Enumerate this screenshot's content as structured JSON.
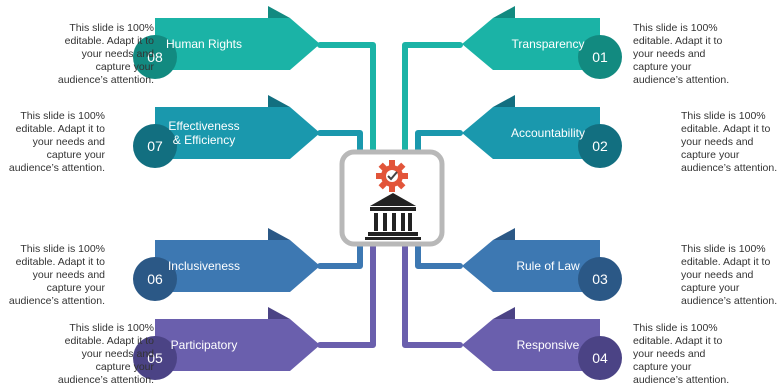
{
  "center": {
    "icon_top": "gear-check-icon",
    "icon_bottom": "government-building-icon"
  },
  "items": [
    {
      "num": "01",
      "label": "Transparency",
      "color": "#1bb3a6",
      "dark": "#128a80",
      "desc": "This slide is 100%\neditable. Adapt it to\nyour needs and\ncapture your\naudience’s attention."
    },
    {
      "num": "02",
      "label": "Accountability",
      "color": "#1a98ad",
      "dark": "#126f80",
      "desc": "This slide is 100%\neditable. Adapt it to\nyour needs and\ncapture your\naudience’s attention."
    },
    {
      "num": "03",
      "label": "Rule of Law",
      "color": "#3d78b2",
      "dark": "#2b5886",
      "desc": "This slide is 100%\neditable. Adapt it to\nyour needs and\ncapture your\naudience’s attention."
    },
    {
      "num": "04",
      "label": "Responsive",
      "color": "#6a5fad",
      "dark": "#4b4385",
      "desc": "This slide is 100%\neditable. Adapt it to\nyour needs and\ncapture your\naudience’s attention."
    },
    {
      "num": "05",
      "label": "Participatory",
      "color": "#6a5fad",
      "dark": "#4b4385",
      "desc": "This slide is 100%\neditable. Adapt it to\nyour needs and\ncapture your\naudience’s attention."
    },
    {
      "num": "06",
      "label": "Inclusiveness",
      "color": "#3d78b2",
      "dark": "#2b5886",
      "desc": "This slide is 100%\neditable. Adapt it to\nyour needs and\ncapture your\naudience’s attention."
    },
    {
      "num": "07",
      "label": "Effectiveness\n& Efficiency",
      "color": "#1a98ad",
      "dark": "#126f80",
      "desc": "This slide is 100%\neditable. Adapt it to\nyour needs and\ncapture your\naudience’s attention."
    },
    {
      "num": "08",
      "label": "Human Rights",
      "color": "#1bb3a6",
      "dark": "#128a80",
      "desc": "This slide is 100%\neditable. Adapt it to\nyour needs and\ncapture your\naudience’s attention."
    }
  ]
}
